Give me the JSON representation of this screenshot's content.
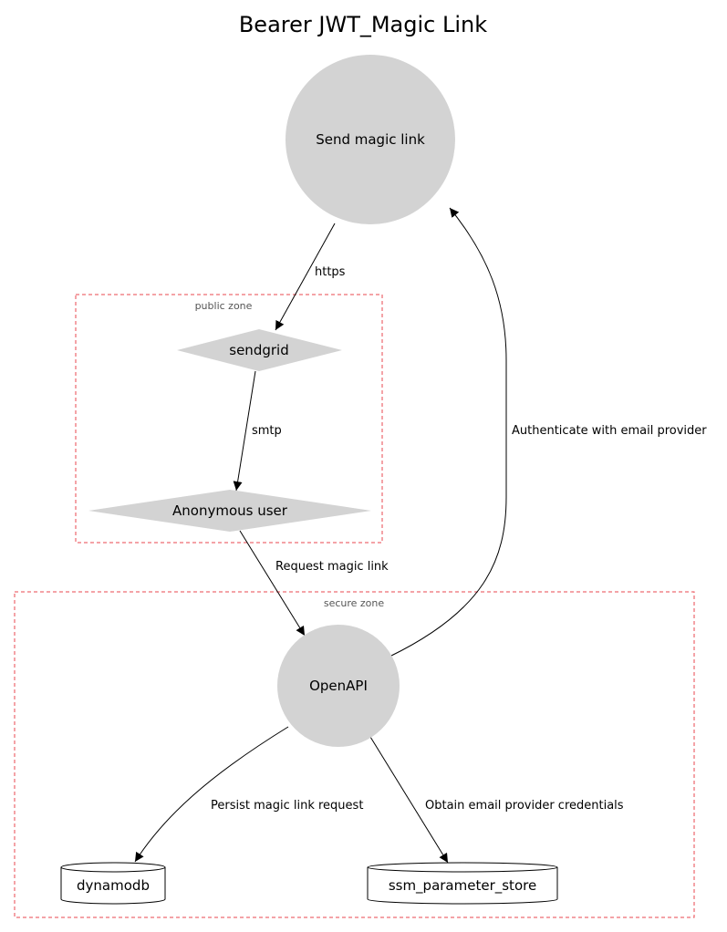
{
  "title": "Bearer JWT_Magic Link",
  "colors": {
    "node_fill": "#d3d3d3",
    "zone_border": "#e8474f",
    "edge": "#000000",
    "zone_label": "#555555"
  },
  "zones": {
    "public": {
      "label": "public zone"
    },
    "secure": {
      "label": "secure zone"
    }
  },
  "nodes": {
    "send_magic_link": {
      "label": "Send magic link",
      "shape": "circle"
    },
    "sendgrid": {
      "label": "sendgrid",
      "shape": "diamond"
    },
    "anonymous_user": {
      "label": "Anonymous user",
      "shape": "diamond"
    },
    "openapi": {
      "label": "OpenAPI",
      "shape": "circle"
    },
    "dynamodb": {
      "label": "dynamodb",
      "shape": "cylinder"
    },
    "ssm_parameter_store": {
      "label": "ssm_parameter_store",
      "shape": "cylinder"
    }
  },
  "edges": {
    "https": {
      "label": "https",
      "from": "Send magic link",
      "to": "sendgrid"
    },
    "smtp": {
      "label": "smtp",
      "from": "sendgrid",
      "to": "Anonymous user"
    },
    "request": {
      "label": "Request magic link",
      "from": "Anonymous user",
      "to": "OpenAPI"
    },
    "authenticate": {
      "label": "Authenticate with email provider",
      "from": "OpenAPI",
      "to": "Send magic link"
    },
    "persist": {
      "label": "Persist magic link request",
      "from": "OpenAPI",
      "to": "dynamodb"
    },
    "obtain": {
      "label": "Obtain email provider credentials",
      "from": "OpenAPI",
      "to": "ssm_parameter_store"
    }
  }
}
